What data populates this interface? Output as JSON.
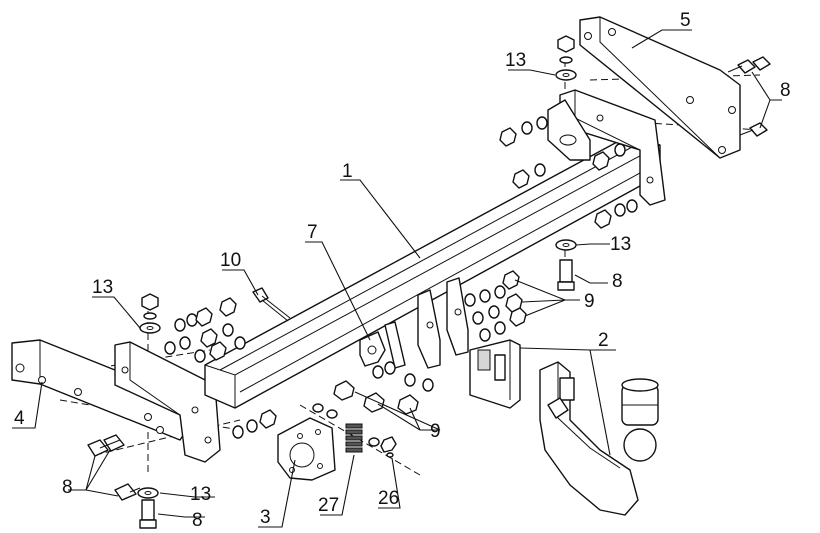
{
  "callouts": [
    {
      "id": "c1",
      "label": "1"
    },
    {
      "id": "c2",
      "label": "2"
    },
    {
      "id": "c3",
      "label": "3"
    },
    {
      "id": "c4",
      "label": "4"
    },
    {
      "id": "c5",
      "label": "5"
    },
    {
      "id": "c7",
      "label": "7"
    },
    {
      "id": "c8a",
      "label": "8"
    },
    {
      "id": "c8b",
      "label": "8"
    },
    {
      "id": "c8c",
      "label": "8"
    },
    {
      "id": "c8d",
      "label": "8"
    },
    {
      "id": "c9a",
      "label": "9"
    },
    {
      "id": "c9b",
      "label": "9"
    },
    {
      "id": "c10",
      "label": "10"
    },
    {
      "id": "c13a",
      "label": "13"
    },
    {
      "id": "c13b",
      "label": "13"
    },
    {
      "id": "c13c",
      "label": "13"
    },
    {
      "id": "c13d",
      "label": "13"
    },
    {
      "id": "c26",
      "label": "26"
    },
    {
      "id": "c27",
      "label": "27"
    }
  ]
}
